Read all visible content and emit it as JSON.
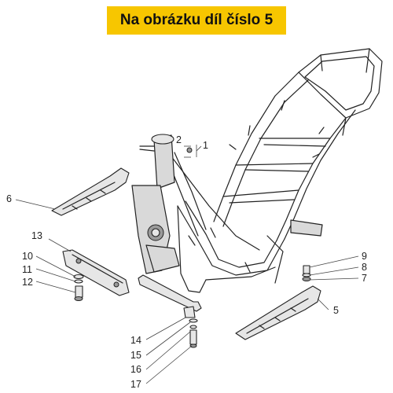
{
  "banner": {
    "text": "Na obrázku díl číslo 5"
  },
  "callouts": [
    {
      "id": "1",
      "label": "1"
    },
    {
      "id": "2",
      "label": "2"
    },
    {
      "id": "5",
      "label": "5"
    },
    {
      "id": "6",
      "label": "6"
    },
    {
      "id": "7",
      "label": "7"
    },
    {
      "id": "8",
      "label": "8"
    },
    {
      "id": "9",
      "label": "9"
    },
    {
      "id": "10",
      "label": "10"
    },
    {
      "id": "11",
      "label": "11"
    },
    {
      "id": "12",
      "label": "12"
    },
    {
      "id": "13",
      "label": "13"
    },
    {
      "id": "14",
      "label": "14"
    },
    {
      "id": "15",
      "label": "15"
    },
    {
      "id": "16",
      "label": "16"
    },
    {
      "id": "17",
      "label": "17"
    }
  ],
  "colors": {
    "banner": "#f7c600",
    "line": "#222222"
  }
}
